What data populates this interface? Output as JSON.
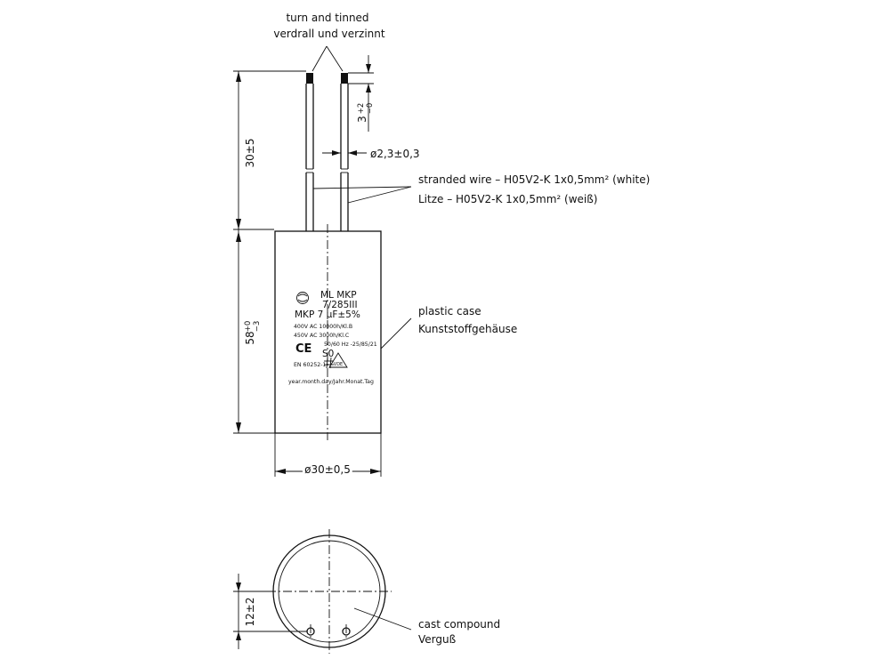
{
  "labels": {
    "wire_twist_en": "turn and tinned",
    "wire_twist_de": "verdrall und verzinnt",
    "wire_type_en": "stranded wire – H05V2-K 1x0,5mm² (white)",
    "wire_type_de": "Litze – H05V2-K 1x0,5mm² (weiß)",
    "case_en": "plastic case",
    "case_de": "Kunststoffgehäuse",
    "compound_en": "cast compound",
    "compound_de": "Verguß"
  },
  "dimensions": {
    "wire_length": "30±5",
    "tinned_end": "3",
    "tinned_end_tol_plus": "+2",
    "tinned_end_tol_minus": "−0",
    "wire_diameter": "ø2,3±0,3",
    "body_height": "58",
    "body_height_tol_plus": "+0",
    "body_height_tol_minus": "−3",
    "body_diameter": "ø30±0,5",
    "pin_offset": "12±2"
  },
  "case_print": {
    "line1": "ML  MKP",
    "line2": "7/285III",
    "line3": "MKP 7  µF±5%",
    "line4": "400V  AC  10000h/Kl.B",
    "line5": "450V  AC   3000h/Kl.C",
    "line6": "50/60 Hz  -25/85/21",
    "ce_mark": "CE",
    "s0": "S0",
    "standard": "EN 60252-1",
    "date_note": "year.month.day/Jahr.Monat.Tag"
  }
}
